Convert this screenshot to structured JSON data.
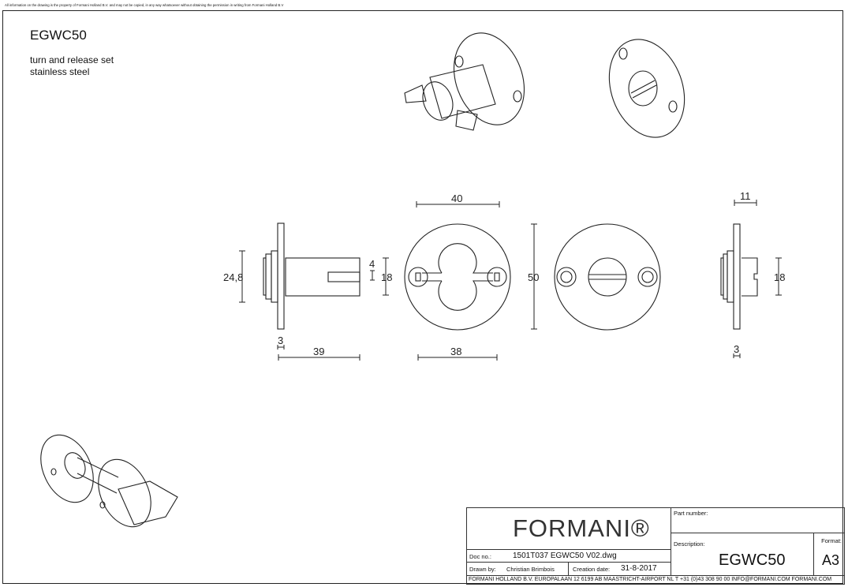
{
  "copyright_notice": "All information on the drawing is the property of Formani Holland B.V. and may not be copied, in any way whatsoever without obtaining the permission in writing from Formani Holland B.V",
  "product": {
    "code": "EGWC50",
    "subtitle_lines": [
      "turn and release set",
      "stainless steel"
    ]
  },
  "dimensions": {
    "side_flange_dia": "24,8",
    "side_plate_thickness": "3",
    "side_length": "39",
    "slot_width": "4",
    "spindle_dia": "18",
    "hole_spacing": "40",
    "rose_inner": "38",
    "rose_dia": "50",
    "release_length": "11",
    "release_spindle": "18",
    "release_plate": "3"
  },
  "title_block": {
    "logo": "FORMANI®",
    "part_number_label": "Part number:",
    "part_number": "",
    "description_label": "Description:",
    "description": "EGWC50",
    "format_label": "Format:",
    "format": "A3",
    "doc_no_label": "Doc no.:",
    "doc_no": "1501T037 EGWC50  V02.dwg",
    "drawn_by_label": "Drawn by:",
    "drawn_by": "Christian Brimbois",
    "creation_date_label": "Creation date:",
    "creation_date": "31-8-2017",
    "footer": "FORMANI HOLLAND B.V.  EUROPALAAN 12  6199 AB MAASTRICHT-AIRPORT NL  T +31 (0)43 308 90 00 INFO@FORMANI.COM FORMANI.COM"
  }
}
